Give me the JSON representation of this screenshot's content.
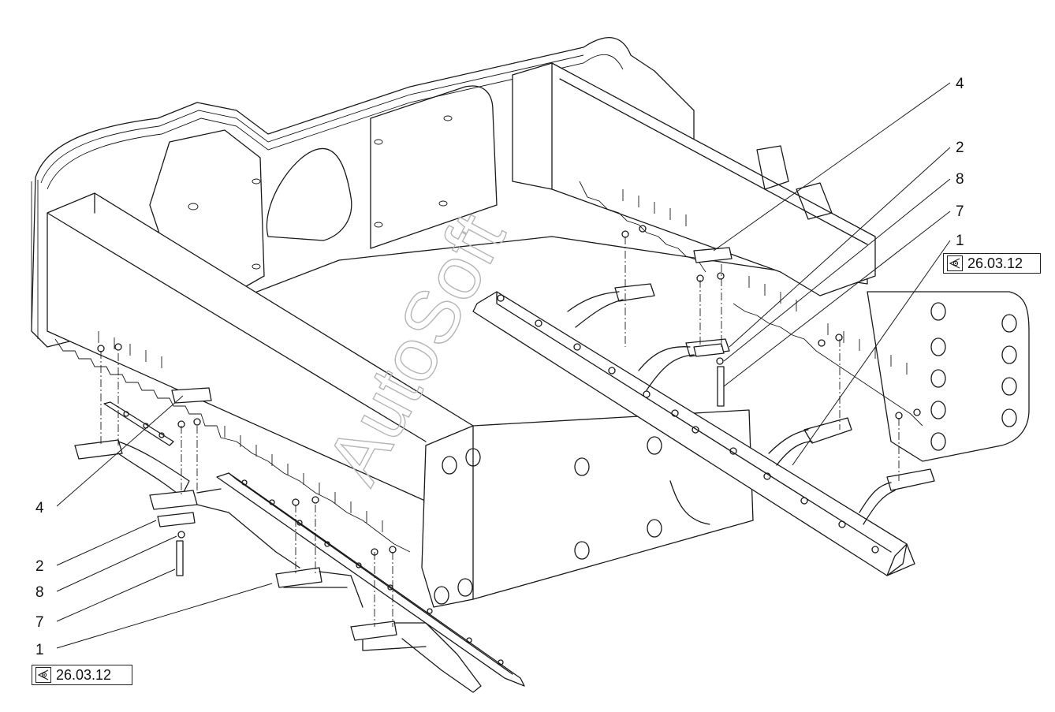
{
  "watermark": "AutoSoft",
  "callouts": [
    {
      "id": "c4_right",
      "label": "4"
    },
    {
      "id": "c2_right",
      "label": "2"
    },
    {
      "id": "c8_right",
      "label": "8"
    },
    {
      "id": "c7_right",
      "label": "7"
    },
    {
      "id": "c1_right",
      "label": "1"
    },
    {
      "id": "c4_left",
      "label": "4"
    },
    {
      "id": "c2_left",
      "label": "2"
    },
    {
      "id": "c8_left",
      "label": "8"
    },
    {
      "id": "c7_left",
      "label": "7"
    },
    {
      "id": "c1_left",
      "label": "1"
    }
  ],
  "references": {
    "right": {
      "icon": "view-arrow-icon",
      "text": "26.03.12"
    },
    "left": {
      "icon": "view-arrow-icon",
      "text": "26.03.12"
    }
  }
}
